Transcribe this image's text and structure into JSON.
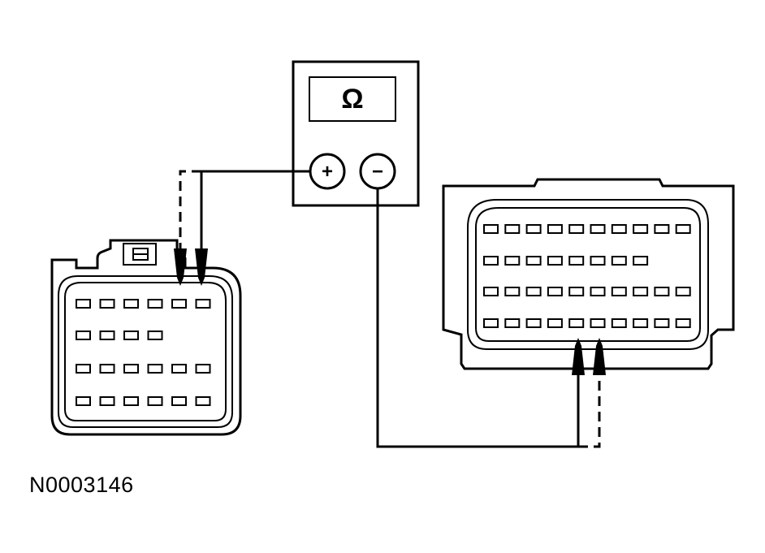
{
  "meter": {
    "display_symbol": "Ω",
    "positive_terminal_label": "+",
    "negative_terminal_label": "−"
  },
  "left_connector": {
    "pin_rows": [
      6,
      4,
      6,
      6
    ]
  },
  "right_connector": {
    "pin_rows": [
      10,
      8,
      10,
      10
    ]
  },
  "figure_id": "N0003146"
}
